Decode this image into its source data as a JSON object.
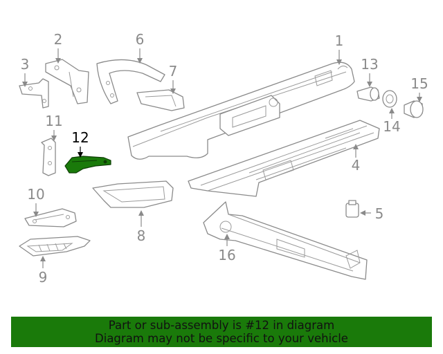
{
  "callouts": {
    "c1": "1",
    "c2": "2",
    "c3": "3",
    "c4": "4",
    "c5": "5",
    "c6": "6",
    "c7": "7",
    "c8": "8",
    "c9": "9",
    "c10": "10",
    "c11": "11",
    "c12": "12",
    "c13": "13",
    "c14": "14",
    "c15": "15",
    "c16": "16"
  },
  "highlighted_part": "12",
  "colors": {
    "banner": "#1a7a0a",
    "highlight": "#1a7a0a",
    "line": "#8a8a8a"
  },
  "banner": {
    "line1": "Part or sub-assembly is #12 in diagram",
    "line2": "Diagram may not be specific to your vehicle"
  }
}
